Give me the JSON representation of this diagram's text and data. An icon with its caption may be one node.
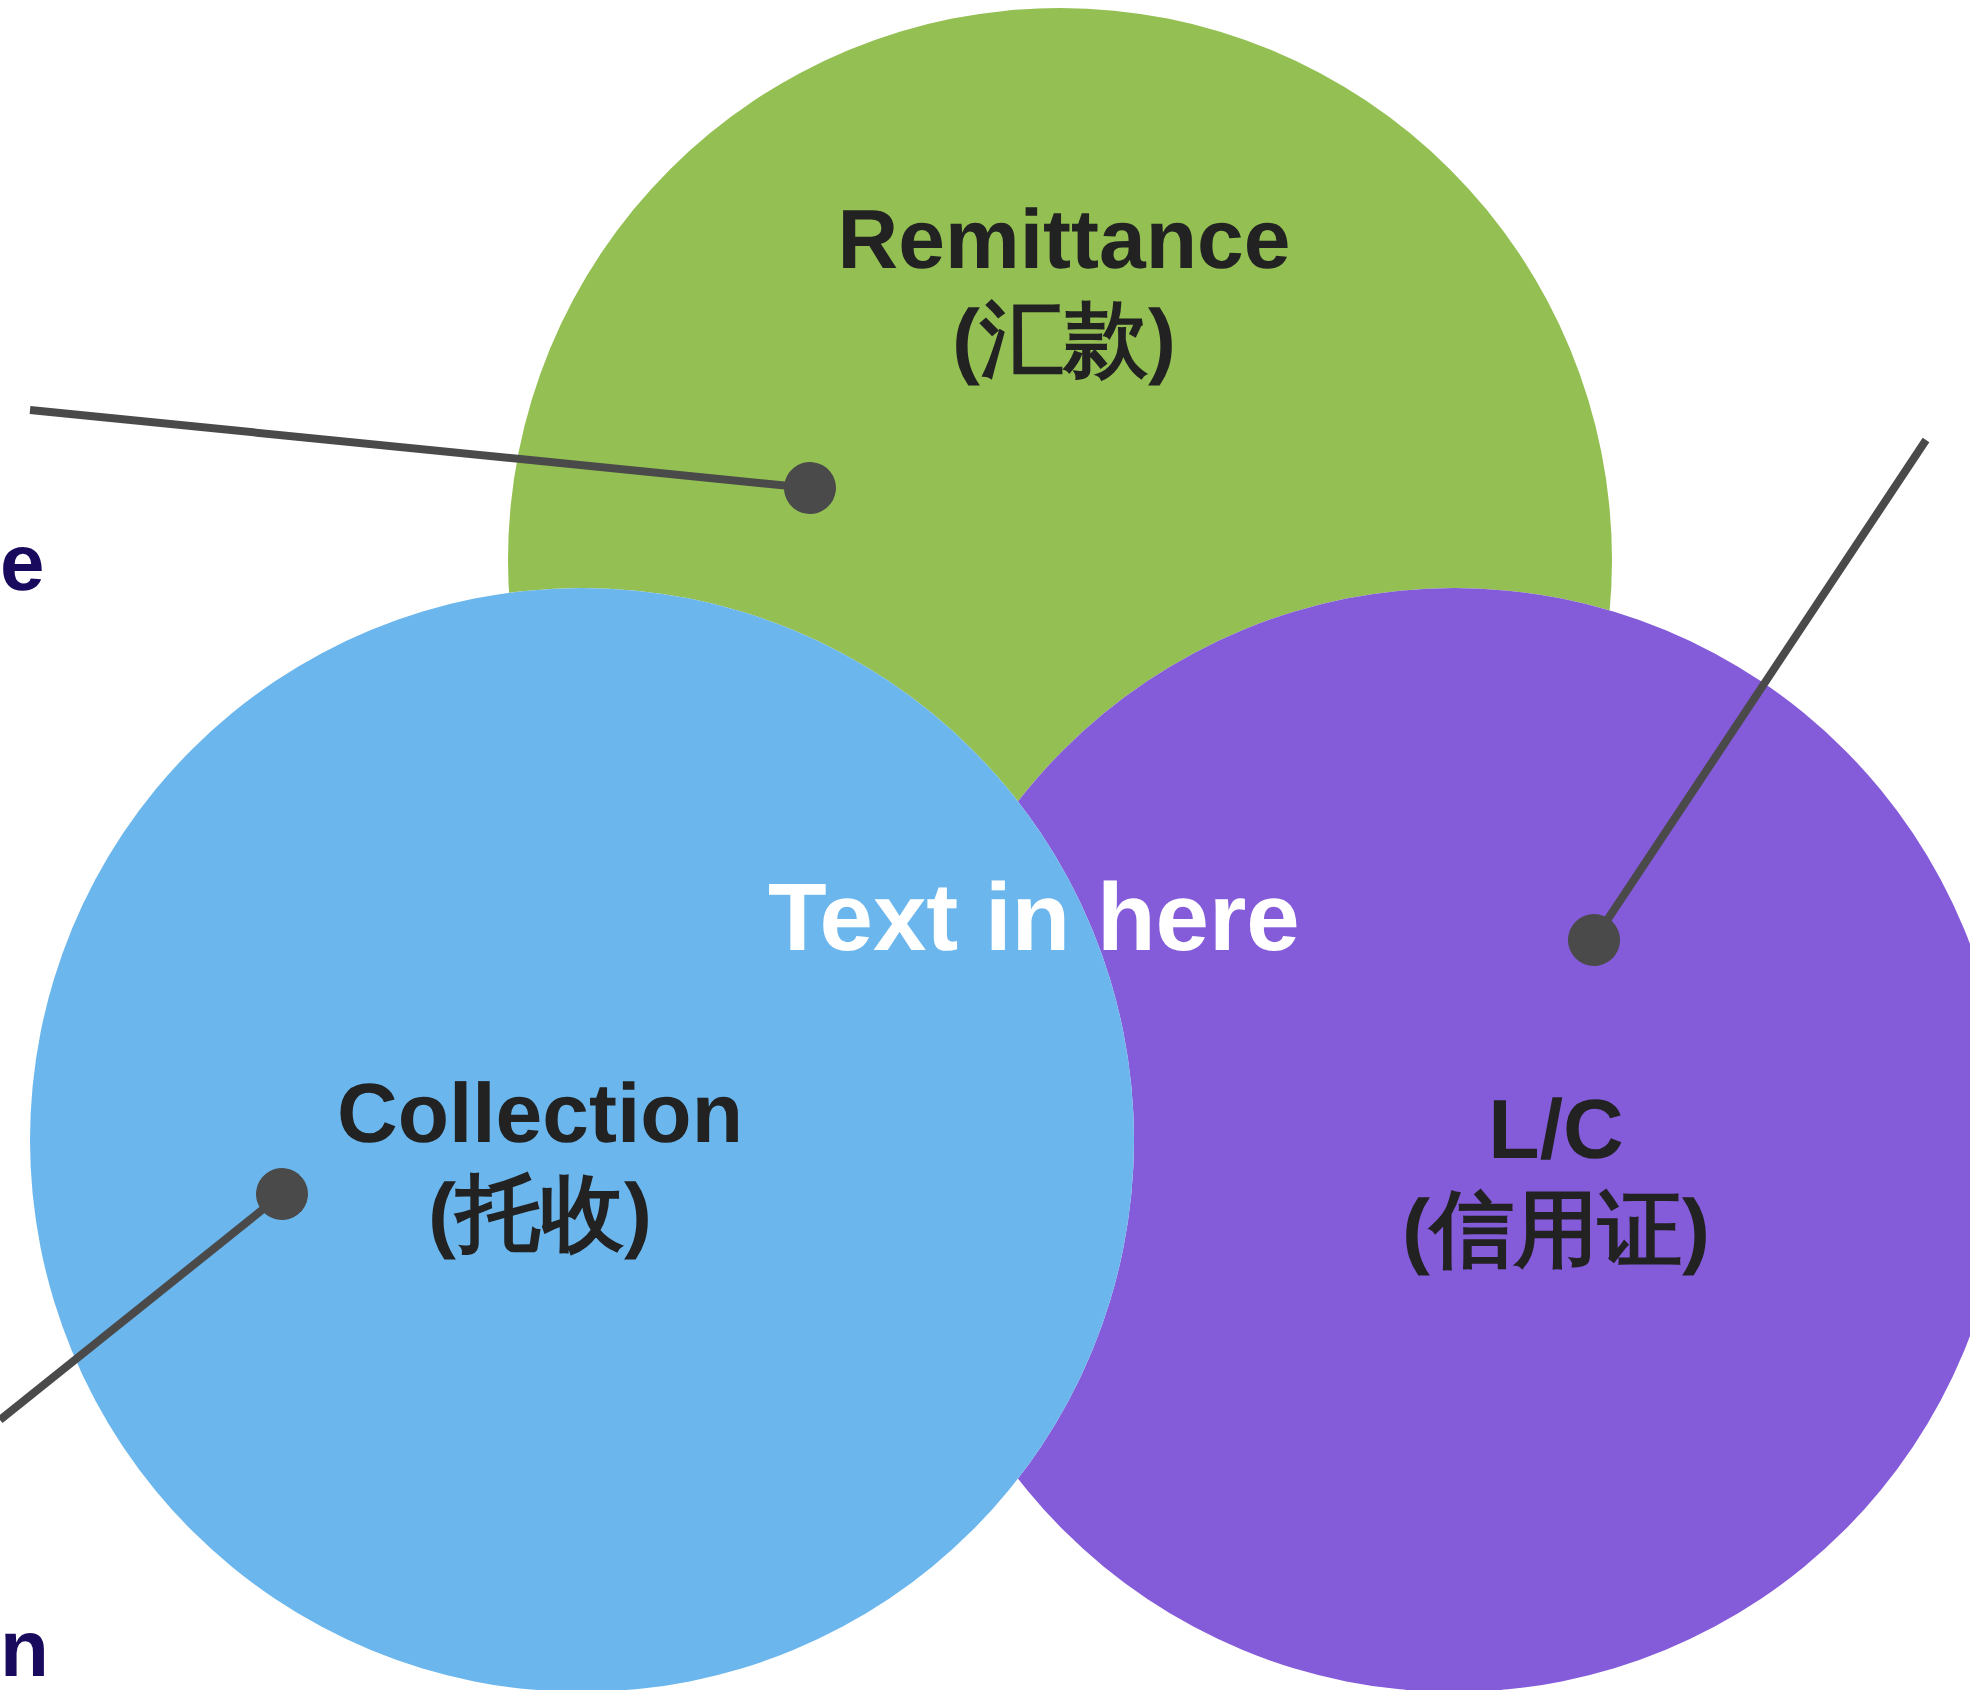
{
  "diagram": {
    "nodes": [
      {
        "text": [
          "Remittance",
          "(汇款)"
        ]
      },
      {
        "text": [
          "Collection",
          "(托收)"
        ]
      },
      {
        "text": [
          "L/C",
          "(信用证)"
        ]
      }
    ],
    "edges": [
      {
        "from": null,
        "to": 0,
        "arrow": "other"
      },
      {
        "from": null,
        "to": 2,
        "arrow": "other"
      },
      {
        "from": null,
        "to": 1,
        "arrow": "other"
      }
    ],
    "labels": [
      "e",
      "Text in here",
      "n"
    ]
  }
}
